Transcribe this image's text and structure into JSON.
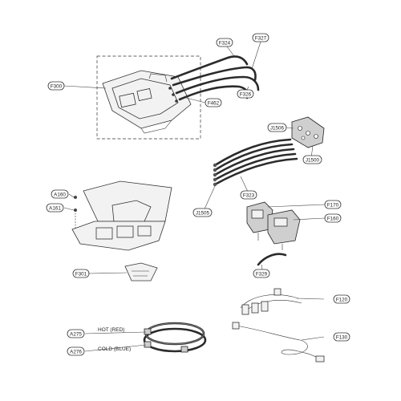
{
  "labels": {
    "F300": "F300",
    "F324": "F324",
    "F327": "F327",
    "F326": "F326",
    "F462": "F462",
    "J1506": "J1506",
    "J1500": "J1500",
    "F323": "F323",
    "J1505": "J1505",
    "F170": "F170",
    "F160": "F160",
    "A160": "A160",
    "A161": "A161",
    "F301": "F301",
    "F329": "F329",
    "F120": "F120",
    "A275": "A275",
    "A276": "A276",
    "F130": "F130"
  },
  "captions": {
    "hot": "HOT (RED)",
    "cold": "COLD (BLUE)"
  }
}
